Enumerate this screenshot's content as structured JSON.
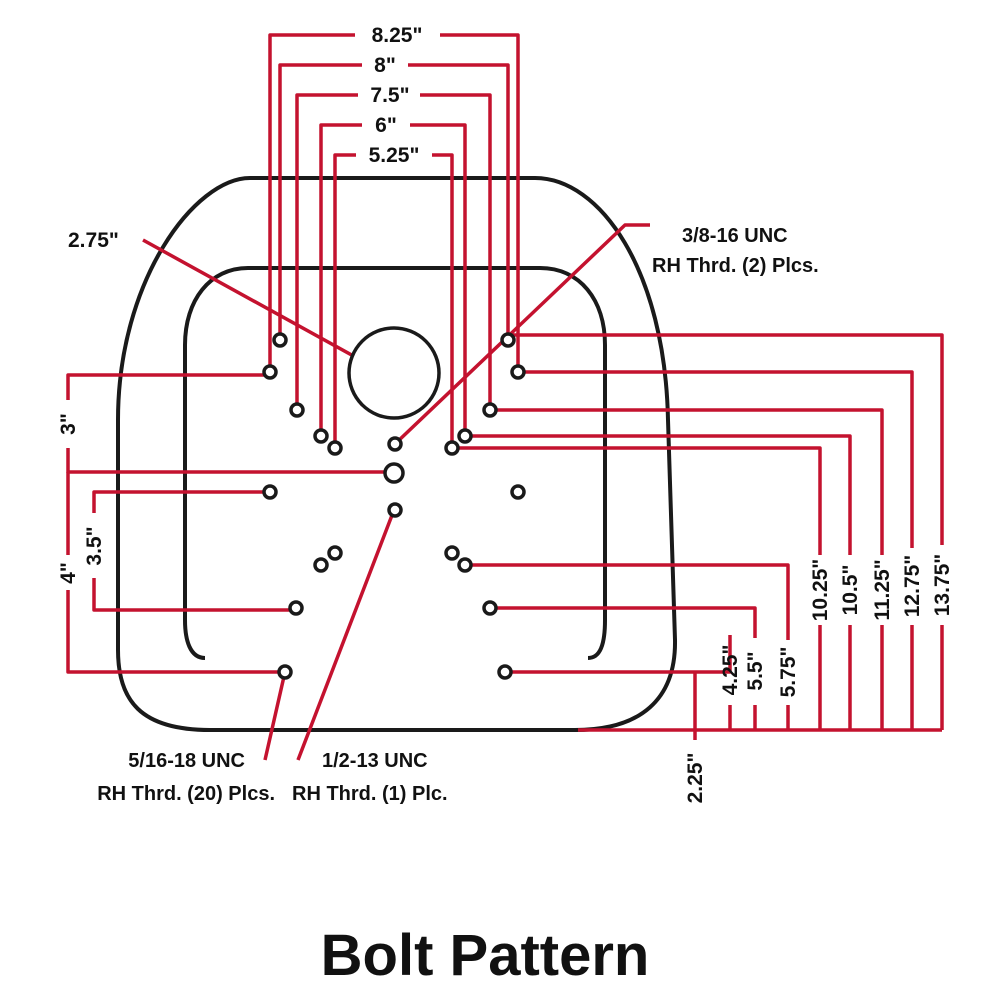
{
  "title": "Bolt Pattern",
  "colors": {
    "dimension_line": "#c4122f",
    "outline": "#1a1a1a",
    "text": "#111111"
  },
  "top_dimensions": [
    "8.25\"",
    "8\"",
    "7.5\"",
    "6\"",
    "5.25\""
  ],
  "center_bore": "2.75\"",
  "left_dimensions": [
    "3\"",
    "3.5\"",
    "4\""
  ],
  "right_dimensions": [
    "4.25\"",
    "5.5\"",
    "5.75\"",
    "10.25\"",
    "10.5\"",
    "11.25\"",
    "12.75\"",
    "13.75\""
  ],
  "bottom_dimension": "2.25\"",
  "callouts": {
    "top_right": {
      "line1": "3/8-16 UNC",
      "line2": "RH Thrd. (2) Plcs."
    },
    "bottom_left": {
      "line1": "5/16-18 UNC",
      "line2": "RH Thrd. (20) Plcs."
    },
    "bottom_center": {
      "line1": "1/2-13 UNC",
      "line2": "RH Thrd. (1) Plc."
    }
  }
}
